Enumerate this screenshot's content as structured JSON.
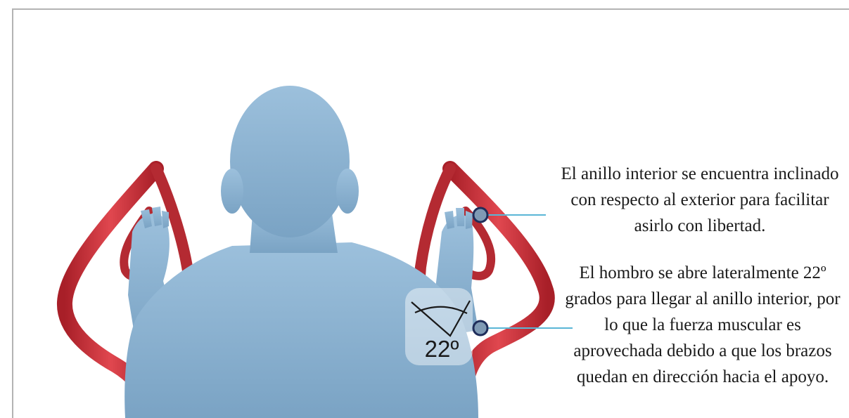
{
  "annotations": {
    "inner_ring": "El anillo interior se encuentra inclinado con respecto al exterior para facilitar asirlo con libertad.",
    "shoulder": "El hombro se abre lateralmente 22º grados para llegar al anillo interior, por lo que la fuerza muscular es aprovechada debido a que los brazos quedan en dirección hacia el apoyo."
  },
  "angle_label": "22º",
  "colors": {
    "figure": "#8aafcc",
    "handle": "#c8323a",
    "leader_line": "#5ab6d6",
    "marker_fill": "#7f9ab4",
    "marker_stroke": "#1f2d5a",
    "frame": "#b3b3b3"
  }
}
